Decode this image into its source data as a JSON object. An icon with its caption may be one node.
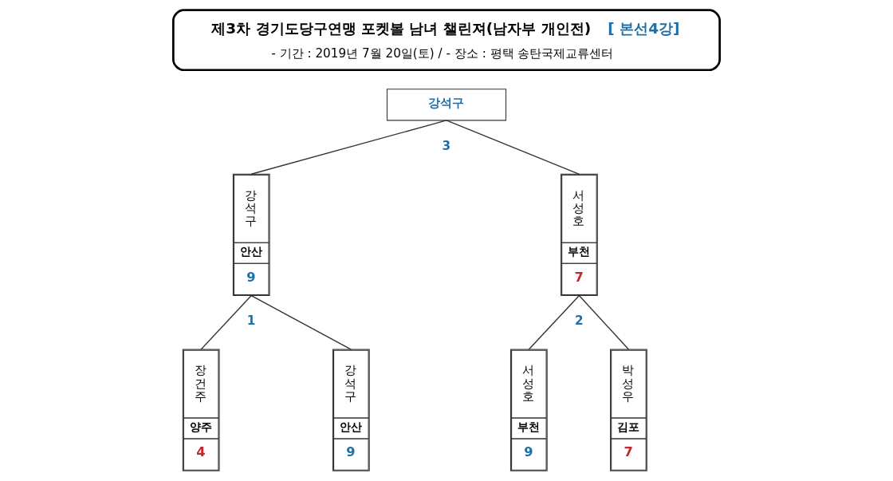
{
  "diagram": {
    "nodes": [
      {
        "text": [
          "제3차 경기도당구연맹 포켓볼 남녀 챌린져(남자부 개인전)",
          "[ 본선4강]",
          "- 기간 : 2019년 7월 20일(토) / - 장소 : 평택 송탄국제교류센터"
        ]
      },
      {
        "text": [
          "강석구"
        ]
      },
      {
        "text": [
          "강석구",
          "안산",
          "9"
        ]
      },
      {
        "text": [
          "서성호",
          "부천",
          "7"
        ]
      },
      {
        "text": [
          "장건주",
          "양주",
          "4"
        ]
      },
      {
        "text": [
          "강석구",
          "안산",
          "9"
        ]
      },
      {
        "text": [
          "서성호",
          "부천",
          "9"
        ]
      },
      {
        "text": [
          "박성우",
          "김포",
          "7"
        ]
      }
    ],
    "edges": [
      {
        "from": 1,
        "to": 2,
        "arrow": "none"
      },
      {
        "from": 1,
        "to": 3,
        "arrow": "none"
      },
      {
        "from": 2,
        "to": 4,
        "arrow": "none"
      },
      {
        "from": 2,
        "to": 5,
        "arrow": "none"
      },
      {
        "from": 3,
        "to": 6,
        "arrow": "none"
      },
      {
        "from": 3,
        "to": 7,
        "arrow": "none"
      }
    ],
    "labels": [
      "3",
      "1",
      "2"
    ]
  }
}
